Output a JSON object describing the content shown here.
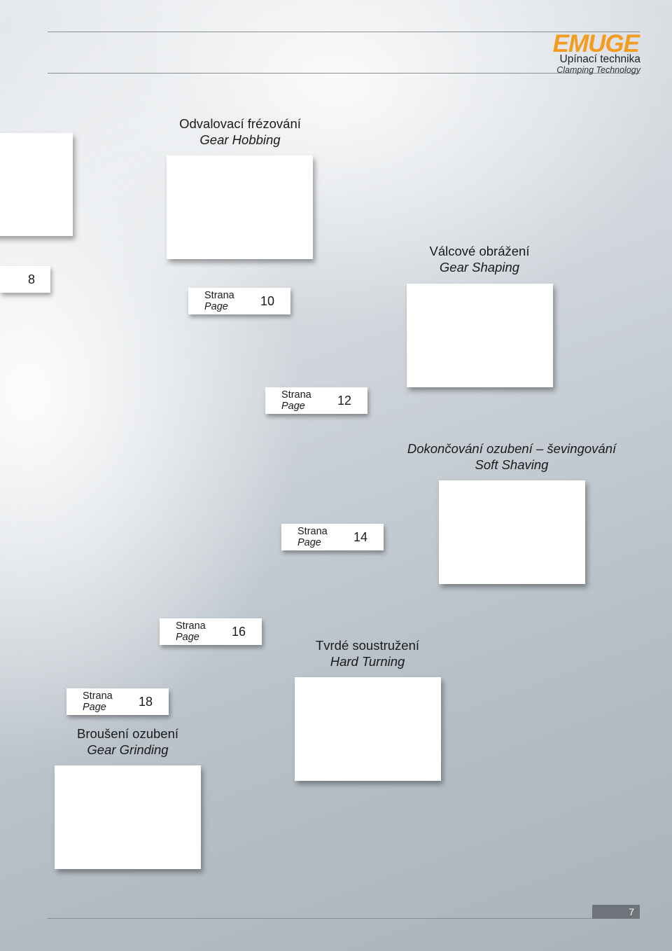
{
  "header": {
    "logo_text": "EMUGE",
    "subtitle_cz": "Upínací technika",
    "subtitle_en": "Clamping Technology",
    "logo_color": "#f39c1f"
  },
  "page_label": {
    "cz": "Strana",
    "en": "Page"
  },
  "first_page_ref": "8",
  "sections": [
    {
      "title_cz": "Odvalovací frézování",
      "title_en": "Gear Hobbing",
      "page": "10"
    },
    {
      "title_cz": "Válcové obrážení",
      "title_en": "Gear Shaping",
      "page": "12"
    },
    {
      "title_cz": "Dokončování ozubení – ševingování",
      "title_en": "Soft Shaving",
      "page": "14"
    },
    {
      "title_cz": "Tvrdé soustružení",
      "title_en": "Hard Turning",
      "page": "16"
    },
    {
      "title_cz": "Broušení ozubení",
      "title_en": "Gear Grinding",
      "page": "18"
    }
  ],
  "footer": {
    "page_number": "7"
  }
}
